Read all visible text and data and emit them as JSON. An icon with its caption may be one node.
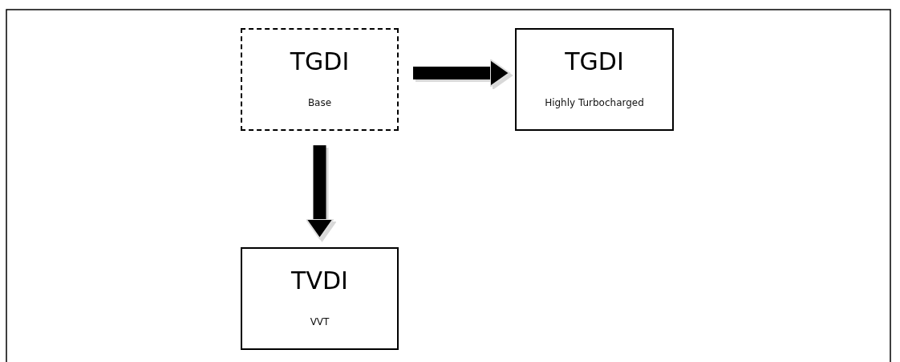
{
  "diagram": {
    "nodes": [
      {
        "text": [
          "TGDI",
          "Base"
        ]
      },
      {
        "text": [
          "TGDI",
          "Highly Turbocharged"
        ]
      },
      {
        "text": [
          "TVDI",
          "VVT"
        ]
      }
    ],
    "edges": [
      {
        "from": 0,
        "to": 1,
        "arrow": "to"
      },
      {
        "from": 0,
        "to": 2,
        "arrow": "to"
      }
    ]
  }
}
